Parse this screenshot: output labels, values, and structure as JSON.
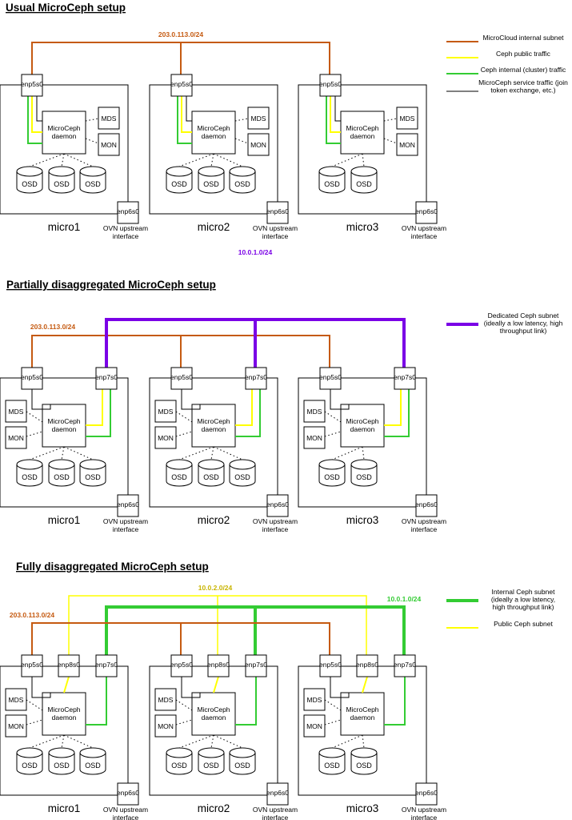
{
  "colors": {
    "orange": "#c55a11",
    "yellow": "#ffff00",
    "green": "#33cc33",
    "purple": "#7a00e6",
    "gold": "#c8b400",
    "black": "#000000"
  },
  "sections": [
    {
      "title": "Usual MicroCeph setup",
      "subnet_labels": [
        {
          "id": "a",
          "text": "203.0.113.0/24",
          "color": "#c55a11"
        },
        {
          "id": "b",
          "text": "10.0.1.0/24",
          "color": "#7a00e6"
        }
      ],
      "legend": [
        {
          "id": "a",
          "lines": [
            "MicroCloud internal subnet"
          ],
          "color": "#c55a11",
          "kind": "line"
        },
        {
          "id": "b",
          "lines": [
            "Ceph public traffic"
          ],
          "color": "#ffff00",
          "kind": "line"
        },
        {
          "id": "c",
          "lines": [
            "Ceph internal (cluster) traffic"
          ],
          "color": "#33cc33",
          "kind": "line"
        },
        {
          "id": "d",
          "lines": [
            "MicroCeph service traffic (join",
            "token exchange, etc.)"
          ],
          "color": "#000000",
          "kind": "thin"
        }
      ]
    },
    {
      "title": "Partially disaggregated MicroCeph setup",
      "subnet_labels": [
        {
          "id": "a",
          "text": "203.0.113.0/24",
          "color": "#c55a11"
        }
      ],
      "legend": [
        {
          "id": "a",
          "lines": [
            "Dedicated Ceph subnet",
            "(ideally a low latency, high",
            "throughput link)"
          ],
          "color": "#7a00e6",
          "kind": "thick"
        }
      ]
    },
    {
      "title": "Fully disaggregated MicroCeph setup",
      "subnet_labels": [
        {
          "id": "a",
          "text": "203.0.113.0/24",
          "color": "#c55a11"
        },
        {
          "id": "b",
          "text": "10.0.2.0/24",
          "color": "#c8b400"
        },
        {
          "id": "c",
          "text": "10.0.1.0/24",
          "color": "#33cc33"
        }
      ],
      "legend": [
        {
          "id": "a",
          "lines": [
            "Internal Ceph subnet",
            "(ideally a low latency,",
            "high throughput link)"
          ],
          "color": "#33cc33",
          "kind": "thick"
        },
        {
          "id": "b",
          "lines": [
            "Public Ceph subnet"
          ],
          "color": "#ffff00",
          "kind": "line"
        }
      ]
    }
  ],
  "nodes": [
    "micro1",
    "micro2",
    "micro3"
  ],
  "interfaces": {
    "enp5s0": "enp5s0",
    "enp6s0": "enp6s0",
    "enp7s0": "enp7s0",
    "enp8s0": "enp8s0"
  },
  "daemon_lines": [
    "MicroCeph",
    "daemon"
  ],
  "labels": {
    "mds": "MDS",
    "mon": "MON",
    "osd": "OSD"
  },
  "upstream_lines": [
    "OVN upstream",
    "interface"
  ],
  "osd_counts": [
    3,
    3,
    2
  ]
}
